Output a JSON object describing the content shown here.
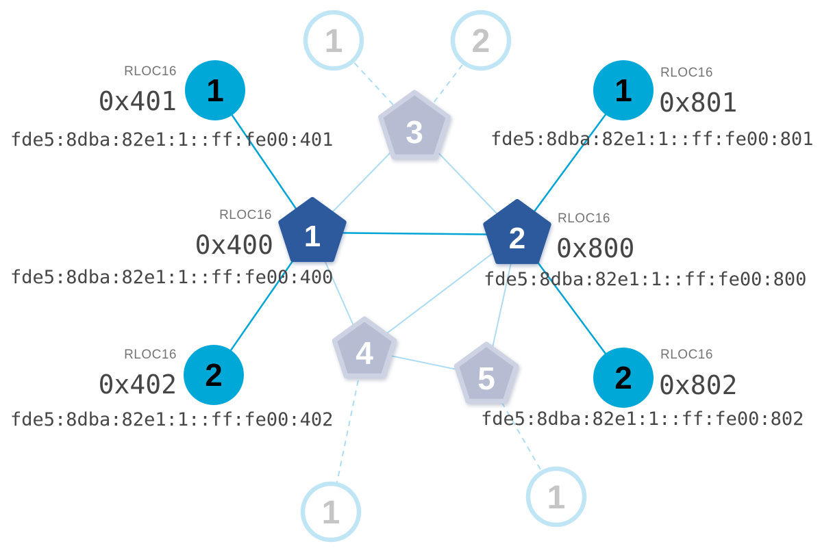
{
  "labels": {
    "rloc16_caption": "RLOC16"
  },
  "colors": {
    "router_active_fill": "#2d5a9c",
    "child_active_fill": "#00a8d8",
    "inactive_fill": "#b6bdd3",
    "inactive_rim": "#cdd3e2",
    "inactive_circle_ring": "#c0e5f5",
    "inactive_number": "#c5c5c5",
    "link_active": "#00a5d6",
    "link_inactive": "#abdcf1",
    "text_primary": "#464646",
    "text_secondary": "#757575"
  },
  "nodes": {
    "router1": {
      "number": "1",
      "rloc16": "0x400",
      "ipv6": "fde5:8dba:82e1:1::ff:fe00:400"
    },
    "router2": {
      "number": "2",
      "rloc16": "0x800",
      "ipv6": "fde5:8dba:82e1:1::ff:fe00:800"
    },
    "child401": {
      "number": "1",
      "rloc16": "0x401",
      "ipv6": "fde5:8dba:82e1:1::ff:fe00:401"
    },
    "child402": {
      "number": "2",
      "rloc16": "0x402",
      "ipv6": "fde5:8dba:82e1:1::ff:fe00:402"
    },
    "child801": {
      "number": "1",
      "rloc16": "0x801",
      "ipv6": "fde5:8dba:82e1:1::ff:fe00:801"
    },
    "child802": {
      "number": "2",
      "rloc16": "0x802",
      "ipv6": "fde5:8dba:82e1:1::ff:fe00:802"
    },
    "inactiveRouter3": {
      "number": "3"
    },
    "inactiveRouter4": {
      "number": "4"
    },
    "inactiveRouter5": {
      "number": "5"
    },
    "inactiveChildTop1": {
      "number": "1"
    },
    "inactiveChildTop2": {
      "number": "2"
    },
    "inactiveChildBottom1": {
      "number": "1"
    },
    "inactiveChildBottom2": {
      "number": "1"
    }
  }
}
